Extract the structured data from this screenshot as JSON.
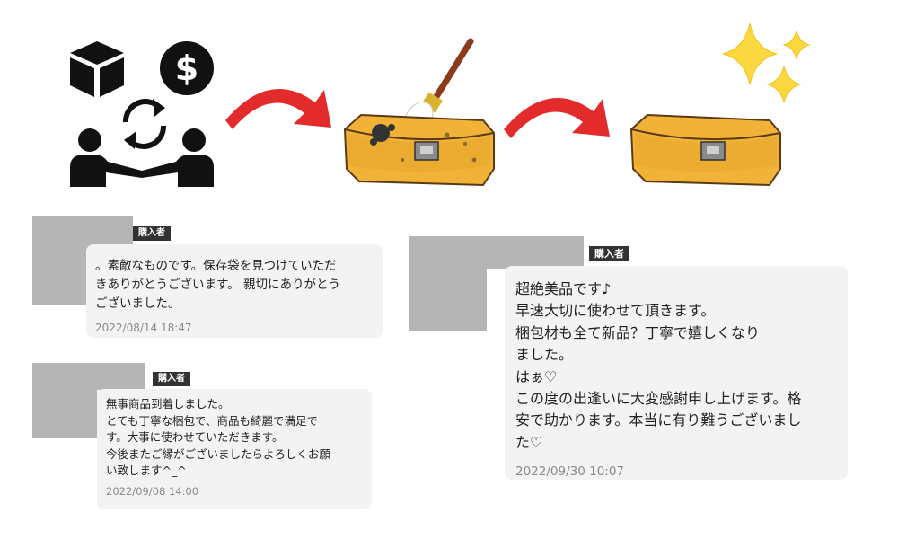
{
  "icons": {
    "box": "box-icon",
    "dollar": "dollar-icon",
    "exchange": "exchange-arrows-icon",
    "handshake": "handshake-icon",
    "arrow": "red-curved-arrow-icon",
    "wallet": "wallet-icon",
    "brush": "paint-brush-icon",
    "sparkle": "sparkle-icon"
  },
  "colors": {
    "arrow": "#e42b2b",
    "wallet": "#f0b338",
    "wallet_outline": "#5a3a14",
    "sparkle": "#fbd83f",
    "badge_bg": "#333333",
    "bubble_bg": "#f3f3f3",
    "placeholder": "#b5b5b5"
  },
  "reviews": [
    {
      "badge": "購入者",
      "text": "。素敵なものです。保存袋を見つけていただ\nきありがとうございます。 親切にありがとう\nございました。",
      "timestamp": "2022/08/14 18:47"
    },
    {
      "badge": "購入者",
      "text": "無事商品到着しました。\nとても丁寧な梱包で、商品も綺麗で満足で\nす。大事に使わせていただきます。\n今後またご縁がございましたらよろしくお願\nい致します^_^",
      "timestamp": "2022/09/08 14:00"
    },
    {
      "badge": "購入者",
      "text": "超絶美品です♪\n早速大切に使わせて頂きます。\n梱包材も全て新品？丁寧で嬉しくなり\nました。\nはぁ♡\nこの度の出逢いに大変感謝申し上げます。格\n安で助かります。本当に有り難うございまし\nた♡",
      "timestamp": "2022/09/30 10:07"
    }
  ]
}
